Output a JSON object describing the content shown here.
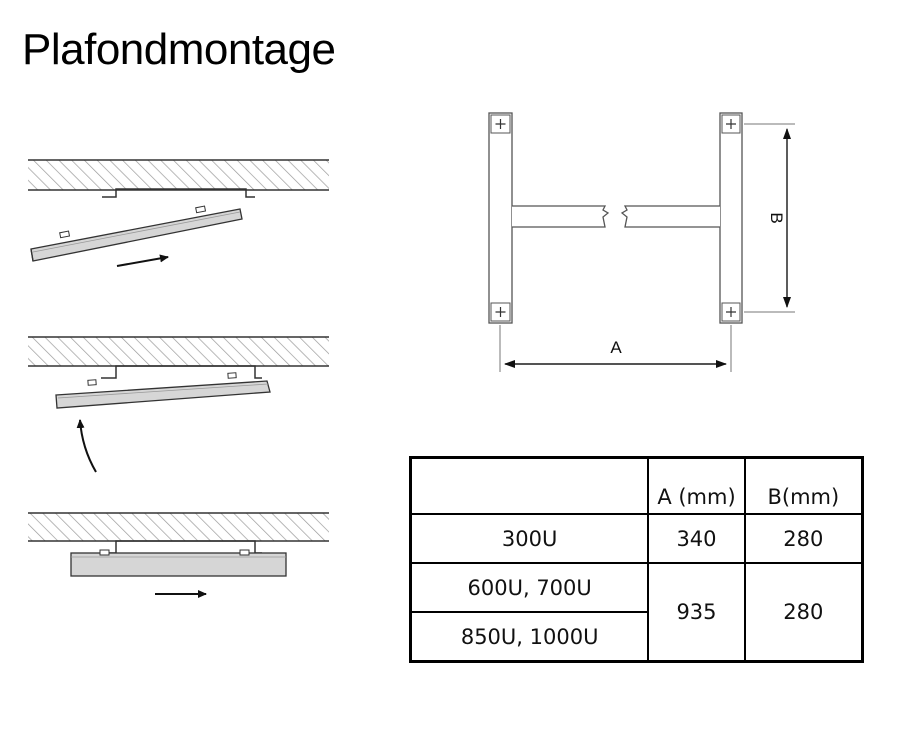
{
  "title": "Plafondmontage",
  "bracket_diagram": {
    "label_a": "A",
    "label_b": "B"
  },
  "table": {
    "headers": [
      "",
      "A (mm)",
      "B(mm)"
    ],
    "rows": [
      {
        "model": "300U",
        "a": "340",
        "b": "280"
      },
      {
        "model": "600U, 700U",
        "a": "935",
        "b": "280"
      },
      {
        "model": "850U, 1000U"
      }
    ]
  }
}
